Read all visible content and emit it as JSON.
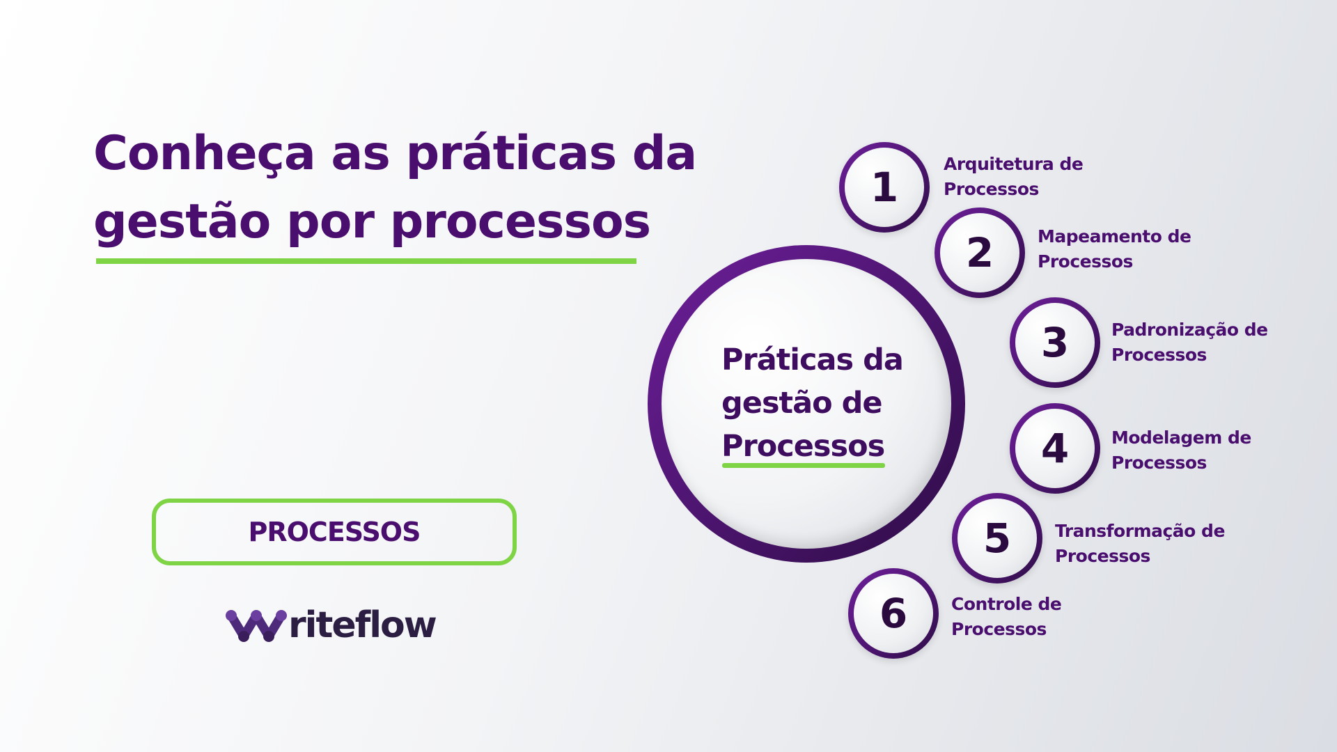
{
  "heading": {
    "line1": "Conheça as práticas da",
    "line2": "gestão por processos"
  },
  "tag": {
    "label": "PROCESSOS"
  },
  "logo": {
    "text": "riteflow"
  },
  "center": {
    "line1": "Práticas da",
    "line2": "gestão de",
    "line3": "Processos"
  },
  "steps": [
    {
      "number": "1",
      "line1": "Arquitetura de",
      "line2": "Processos"
    },
    {
      "number": "2",
      "line1": "Mapeamento de",
      "line2": "Processos"
    },
    {
      "number": "3",
      "line1": "Padronização de",
      "line2": "Processos"
    },
    {
      "number": "4",
      "line1": "Modelagem de",
      "line2": "Processos"
    },
    {
      "number": "5",
      "line1": "Transformação de",
      "line2": "Processos"
    },
    {
      "number": "6",
      "line1": "Controle de",
      "line2": "Processos"
    }
  ],
  "colors": {
    "primary": "#4a0f6e",
    "ring": "#5a1a82",
    "accent": "#7ed444",
    "logo_dots": "#6b3fa0"
  }
}
